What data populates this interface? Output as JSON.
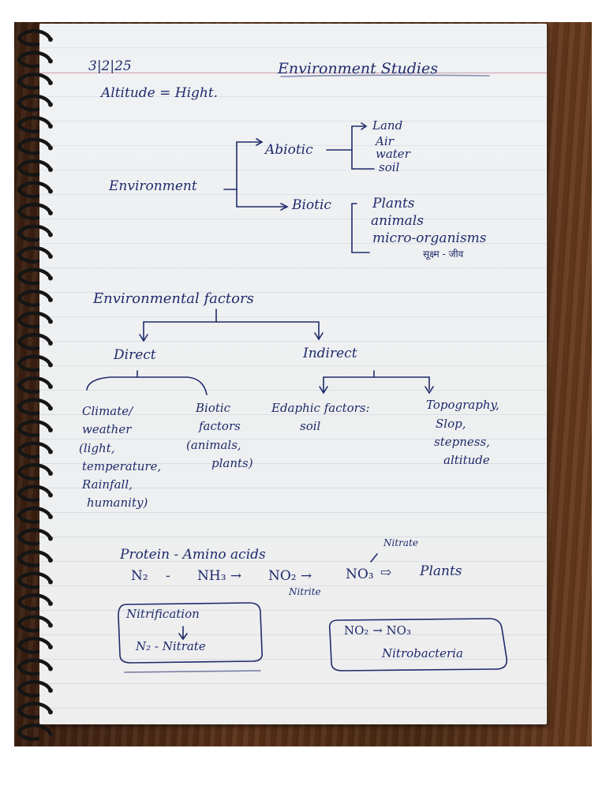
{
  "note": {
    "date": "3|2|25",
    "title": "Environment Studies",
    "altitude_line": "Altitude = Hight.",
    "environment": {
      "root": "Environment",
      "abiotic": "Abiotic",
      "abiotic_items": [
        "Land",
        "Air",
        "water",
        "soil"
      ],
      "biotic": "Biotic",
      "biotic_items": [
        "Plants",
        "animals",
        "micro-organisms"
      ],
      "hindi_note": "सूक्ष्म - जीव"
    },
    "factors": {
      "title": "Environmental factors",
      "direct": "Direct",
      "indirect": "Indirect",
      "climate": [
        "Climate/",
        "weather",
        "(light,",
        "temperature,",
        "Rainfall,",
        "humanity)"
      ],
      "biotic_factors": [
        "Biotic",
        "factors",
        "(animals,",
        "plants)"
      ],
      "edaphic": [
        "Edaphic factors:",
        "soil"
      ],
      "topography": [
        "Topography,",
        "Slop,",
        "stepness,",
        "altitude"
      ]
    },
    "nitrogen": {
      "protein_line": "Protein - Amino acids",
      "nitrate_label": "Nitrate",
      "chain": [
        "N₂",
        "-",
        "NH₃ →",
        "NO₂ →",
        "NO₃",
        "⇨",
        "Plants"
      ],
      "nitrite_label": "Nitrite",
      "nitrification_box": {
        "title": "Nitrification",
        "body": "N₂ - Nitrate"
      },
      "bacteria_box": {
        "formula": "NO₂ →  NO₃",
        "name": "Nitrobacteria"
      }
    }
  },
  "colors": {
    "ink": "#1f2a6b",
    "paper": "#f4f3f1",
    "wood": "#5a3219"
  }
}
